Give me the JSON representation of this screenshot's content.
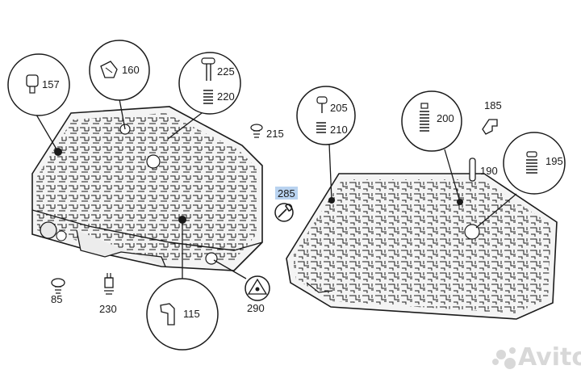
{
  "diagram": {
    "callouts": [
      {
        "id": "157",
        "label": "157"
      },
      {
        "id": "160",
        "label": "160"
      },
      {
        "id": "225",
        "label": "225"
      },
      {
        "id": "220",
        "label": "220"
      },
      {
        "id": "215",
        "label": "215"
      },
      {
        "id": "205",
        "label": "205"
      },
      {
        "id": "210",
        "label": "210"
      },
      {
        "id": "200",
        "label": "200"
      },
      {
        "id": "185",
        "label": "185"
      },
      {
        "id": "190",
        "label": "190"
      },
      {
        "id": "195",
        "label": "195"
      },
      {
        "id": "285",
        "label": "285",
        "highlighted": true
      },
      {
        "id": "85",
        "label": "85"
      },
      {
        "id": "230",
        "label": "230"
      },
      {
        "id": "115",
        "label": "115"
      },
      {
        "id": "290",
        "label": "290"
      }
    ],
    "highlight_color": "#b9d3f0",
    "line_color": "#1a1a1a"
  },
  "watermark": {
    "text": "Avito",
    "icon": "avito-logo-icon"
  }
}
